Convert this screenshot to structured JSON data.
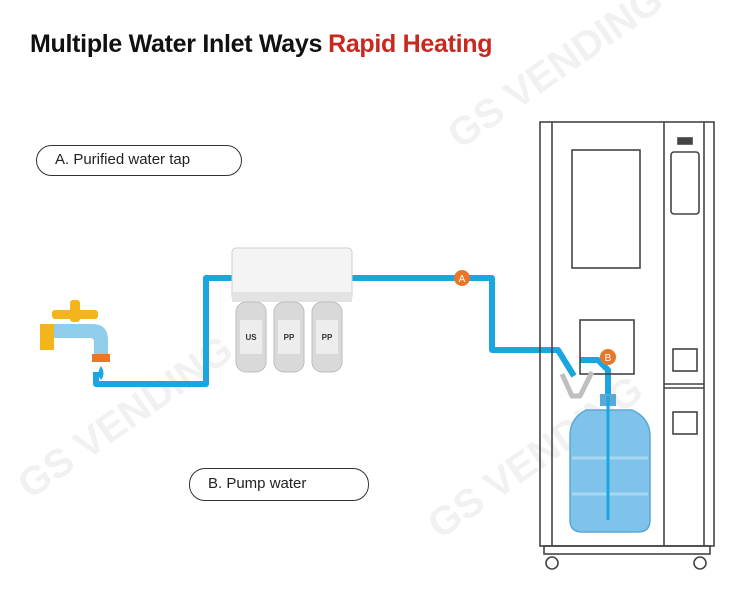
{
  "header": {
    "title": "Multiple Water Inlet Ways",
    "accent": "Rapid Heating"
  },
  "labels": {
    "a": "A. Purified water tap",
    "b": "B. Pump water"
  },
  "markers": {
    "a": "A",
    "b": "B"
  },
  "filters": {
    "units": [
      "US",
      "PP",
      "PP"
    ]
  },
  "watermark": "GS VENDING",
  "colors": {
    "title": "#111111",
    "accent": "#c8281e",
    "pipe": "#1aa6e0",
    "marker": "#e8772a",
    "faucet_handle": "#f3b51b",
    "faucet_body": "#8fcdea",
    "machine_outline": "#444444",
    "bottle": "#7fc3ea"
  }
}
